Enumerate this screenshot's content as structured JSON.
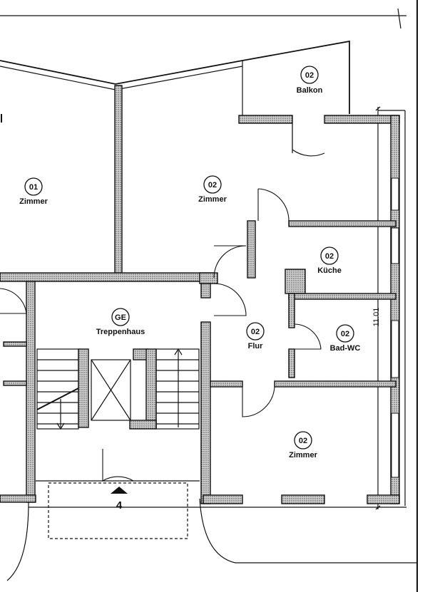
{
  "rooms": [
    {
      "number": "01",
      "name": "Zimmer"
    },
    {
      "number": "02",
      "name": "Balkon"
    },
    {
      "number": "02",
      "name": "Zimmer"
    },
    {
      "number": "GE",
      "name": "Treppenhaus"
    },
    {
      "number": "02",
      "name": "Küche"
    },
    {
      "number": "02",
      "name": "Flur"
    },
    {
      "number": "02",
      "name": "Bad-WC"
    },
    {
      "number": "02",
      "name": "Zimmer"
    }
  ],
  "dimension_label": "11.01",
  "section_marker": "4"
}
